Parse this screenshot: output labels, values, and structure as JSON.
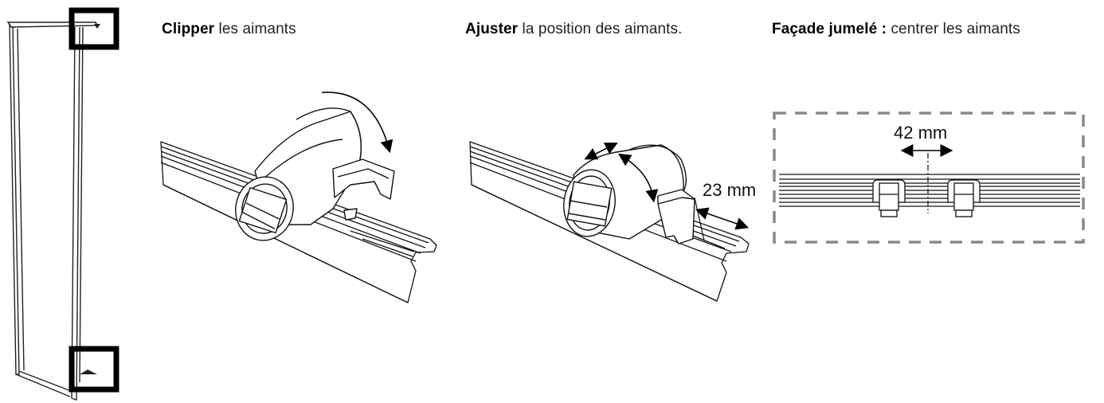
{
  "captions": {
    "step1": {
      "bold": "Clipper",
      "rest": " les aimants"
    },
    "step2": {
      "bold": "Ajuster",
      "rest": " la position des aimants."
    },
    "step3": {
      "bold": "Façade jumelé :",
      "rest": " centrer les aimants"
    }
  },
  "dimensions": {
    "center_gap": "42 mm",
    "offset": "23 mm"
  }
}
